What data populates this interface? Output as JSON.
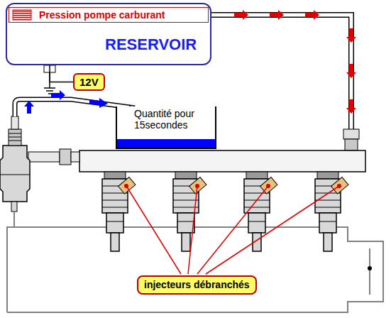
{
  "diagram": {
    "nodes": [
      {
        "text": [
          "RESERVOIR"
        ]
      },
      {
        "text": [
          "Pression pompe carburant"
        ],
        "in": 0
      },
      {
        "text": [
          "12V"
        ]
      },
      {
        "text": [
          "Quantité pour 15secondes"
        ]
      },
      {
        "text": [
          "injecteurs débranchés"
        ]
      }
    ],
    "edges": [
      {
        "from": 0,
        "to": 2,
        "arrow": "none"
      }
    ]
  }
}
